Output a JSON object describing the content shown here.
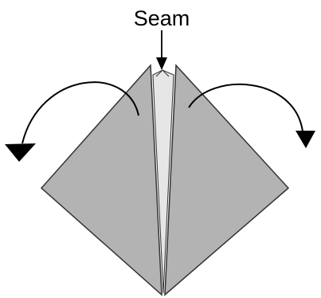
{
  "diagram": {
    "labels": {
      "seam": "Seam"
    },
    "colors": {
      "paper": "#b3b3b3",
      "inner_paper": "#e6e6e6",
      "outline": "#333333",
      "arrow": "#000000"
    },
    "arrows": {
      "left_flap": "curved-arrow-left",
      "right_flap": "curved-arrow-right",
      "seam_pointer": "down-arrow"
    }
  }
}
